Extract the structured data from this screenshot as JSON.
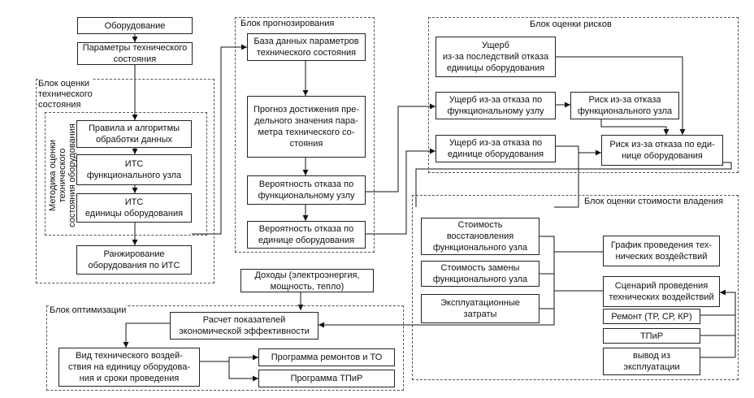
{
  "groups": {
    "forecast": "Блок прогнозирования",
    "risk": "Блок оценки рисков",
    "tech_state": "Блок оценки\nтехнического\nсостояния",
    "method": "Методика оценки технического\nсостояния оборудования",
    "ownership": "Блок оценки стоимости владения",
    "optimization": "Блок оптимизации"
  },
  "boxes": {
    "equipment": "Оборудование",
    "tech_params": "Параметры технического\nсостояния",
    "rules": "Правила и алгоритмы\nобработки данных",
    "its_unit": "ИТС\nфункционального узла",
    "its_equipment": "ИТС\nединицы оборудования",
    "ranking": "Ранжирование\nоборудования по ИТС",
    "database": "База данных параметров\nтехнического состояния",
    "forecast_limit": "Прогноз достижения пре-\nдельного значения пара-\nметра технического со-\nстояния",
    "prob_unit": "Вероятность отказа по\nфункциональному узлу",
    "prob_equipment": "Вероятность отказа по\nединице оборудования",
    "damage_consequences": "Ущерб\nиз-за последствий отказа\nединицы оборудования",
    "damage_unit": "Ущерб из-за отказа по\nфункциональному узлу",
    "damage_equipment": "Ущерб из-за отказа по\nединице оборудования",
    "risk_unit": "Риск из-за отказа\nфункционального узла",
    "risk_equipment": "Риск из-за отказа по еди-\nнице оборудования",
    "restore_cost": "Стоимость\nвосстановления\nфункционального узла",
    "replace_cost": "Стоимость замены\nфункционального узла",
    "operating_costs": "Эксплуатационные\nзатраты",
    "schedule": "График проведения тех-\nнических воздействий",
    "scenario": "Сценарий проведения\nтехнических воздействий",
    "repair": "Ремонт (ТР, СР, КР)",
    "tpir": "ТПиР",
    "decommission": "вывод из\nэксплуатации",
    "income": "Доходы (электроэнергия,\nмощность, тепло)",
    "efficiency": "Расчет показателей\nэкономической эффективности",
    "impact_type": "Вид технического воздей-\nствия на единицу оборудова-\nния и сроки проведения",
    "repair_program": "Программа ремонтов и ТО",
    "tpir_program": "Программа ТПиР"
  }
}
